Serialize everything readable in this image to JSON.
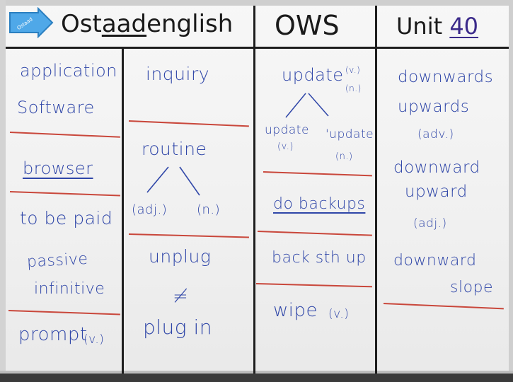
{
  "header": {
    "brand": "Ostaadenglish",
    "brand_prefix": "Ost",
    "brand_middle": "aad",
    "brand_suffix": "english",
    "program": "OWS",
    "unit_label": "Unit",
    "unit_number": "40",
    "magnet_text": "Ostaad"
  },
  "columns": {
    "col1": {
      "items": [
        "application",
        "Software",
        "browser",
        "to be paid",
        "passive",
        "infinitive",
        "prompt",
        "(v.)"
      ]
    },
    "col2": {
      "items": [
        "inquiry",
        "routine",
        "(adj.)",
        "(n.)",
        "unplug",
        "≠",
        "plug in"
      ]
    },
    "col3": {
      "items": [
        "update",
        "(v.)",
        "(n.)",
        "update",
        "(v.)",
        "'update",
        "(n.)",
        "do backups",
        "back sth up",
        "wipe",
        "(v.)"
      ]
    },
    "col4": {
      "items": [
        "downwards",
        "upwards",
        "(adv.)",
        "downward",
        "upward",
        "(adj.)",
        "downward",
        "slope"
      ]
    }
  },
  "colors": {
    "marker_blue": "#2f46a8",
    "line_red": "#c9473b",
    "tape_black": "#1e1e1e",
    "magnet_blue": "#4fa8e8"
  }
}
